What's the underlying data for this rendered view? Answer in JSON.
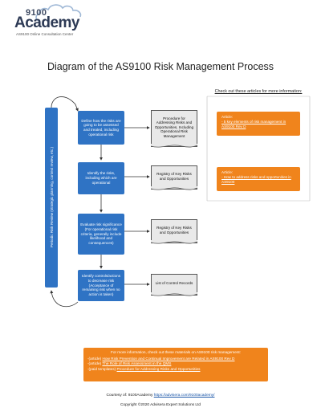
{
  "logo": {
    "number": "9100",
    "name": "Academy",
    "subtitle": "AS9100 Online Consultation Center"
  },
  "title": "Diagram of the AS9100 Risk Management Process",
  "side_label": "Periodic Risk Review (strategic planning, context review, etc.)",
  "steps": [
    {
      "text": "Define how the risks are going to be assessed and treated, including operational risk"
    },
    {
      "text": "Identify the risks, including which are operational"
    },
    {
      "text": "Evaluate risk significance (For operational risk criteria, generally include likelihood and consequences)"
    },
    {
      "text": "Identify controls/actions to decrease risk (Acceptance of remaining risk when no action is taken)"
    }
  ],
  "documents": [
    {
      "text": "Procedure for Addressing Risks and Opportunities, Including Operational Risk Management"
    },
    {
      "text": "Registry of Key Risks and Opportunities"
    },
    {
      "text": "Registry of Key Risks and Opportunities"
    },
    {
      "text": "List of Control Records"
    }
  ],
  "articles_header": "Check out these articles for more information:",
  "articles": [
    {
      "label": "Article:",
      "link": "- 5 key elements of risk management in AS9100 Rev D"
    },
    {
      "label": "Article:",
      "link": "- How to address risks and opportunities in AS9100"
    }
  ],
  "more_info": {
    "header": "For more information, check out these materials on AS9100 risk management:",
    "items": [
      {
        "prefix": "-(article) ",
        "link": "How Risk Prevention and Continual Improvement are Related in AS9100 Rev D"
      },
      {
        "prefix": "-(article) ",
        "link": "The Role of Risk Assessment in the QMS"
      },
      {
        "prefix": "-(paid templates) ",
        "link": "Procedure for Addressing Risks and Opportunities"
      }
    ]
  },
  "footer": {
    "courtesy_prefix": "Courtesy of: 9100Academy ",
    "courtesy_link": "https://advisera.com/9100academy/",
    "copyright": "Copyright ©2020 Advisera Expert Solutions Ltd"
  },
  "colors": {
    "step_blue": "#2f73c4",
    "article_orange": "#f0841c",
    "document_gray": "#e9e9e9"
  }
}
